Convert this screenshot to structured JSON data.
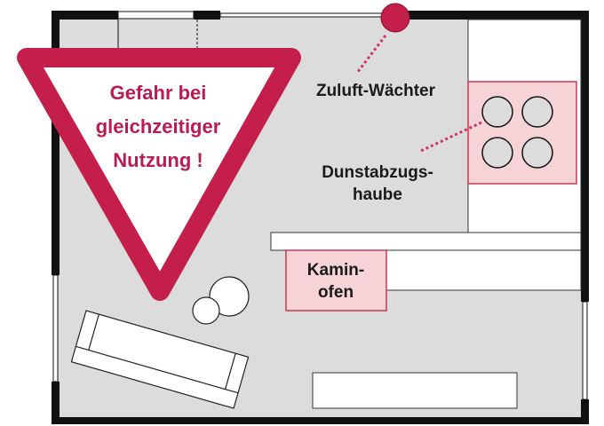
{
  "colors": {
    "accent": "#c41e4a",
    "pink_fill": "#f5d3d6",
    "floor": "#dcdcdc",
    "wall": "#111111"
  },
  "warning": {
    "icon": "warning-triangle-icon",
    "lines": [
      "Gefahr bei",
      "gleichzeitiger",
      "Nutzung !"
    ]
  },
  "labels": {
    "air_monitor": "Zuluft-Wächter",
    "hood": [
      "Dunstabzugs-",
      "haube"
    ],
    "stove": [
      "Kamin-",
      "ofen"
    ]
  }
}
